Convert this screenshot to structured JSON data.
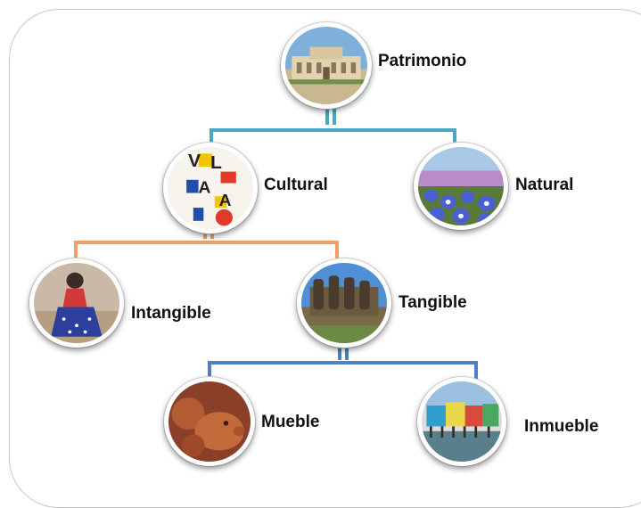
{
  "diagram": {
    "nodes": {
      "patrimonio": {
        "label": "Patrimonio",
        "image": "palace-photo"
      },
      "cultural": {
        "label": "Cultural",
        "image": "valparaiso-poster"
      },
      "natural": {
        "label": "Natural",
        "image": "blue-flowers-field"
      },
      "intangible": {
        "label": "Intangible",
        "image": "cueca-dancer"
      },
      "tangible": {
        "label": "Tangible",
        "image": "moai-statues"
      },
      "mueble": {
        "label": "Mueble",
        "image": "clay-pig-crafts"
      },
      "inmueble": {
        "label": "Inmueble",
        "image": "stilt-houses"
      }
    },
    "edges": [
      {
        "from": "patrimonio",
        "to": [
          "cultural",
          "natural"
        ],
        "color": "#4aa8c4"
      },
      {
        "from": "cultural",
        "to": [
          "intangible",
          "tangible"
        ],
        "color": "#f0a066"
      },
      {
        "from": "tangible",
        "to": [
          "mueble",
          "inmueble"
        ],
        "color": "#4f7fc6"
      }
    ]
  }
}
